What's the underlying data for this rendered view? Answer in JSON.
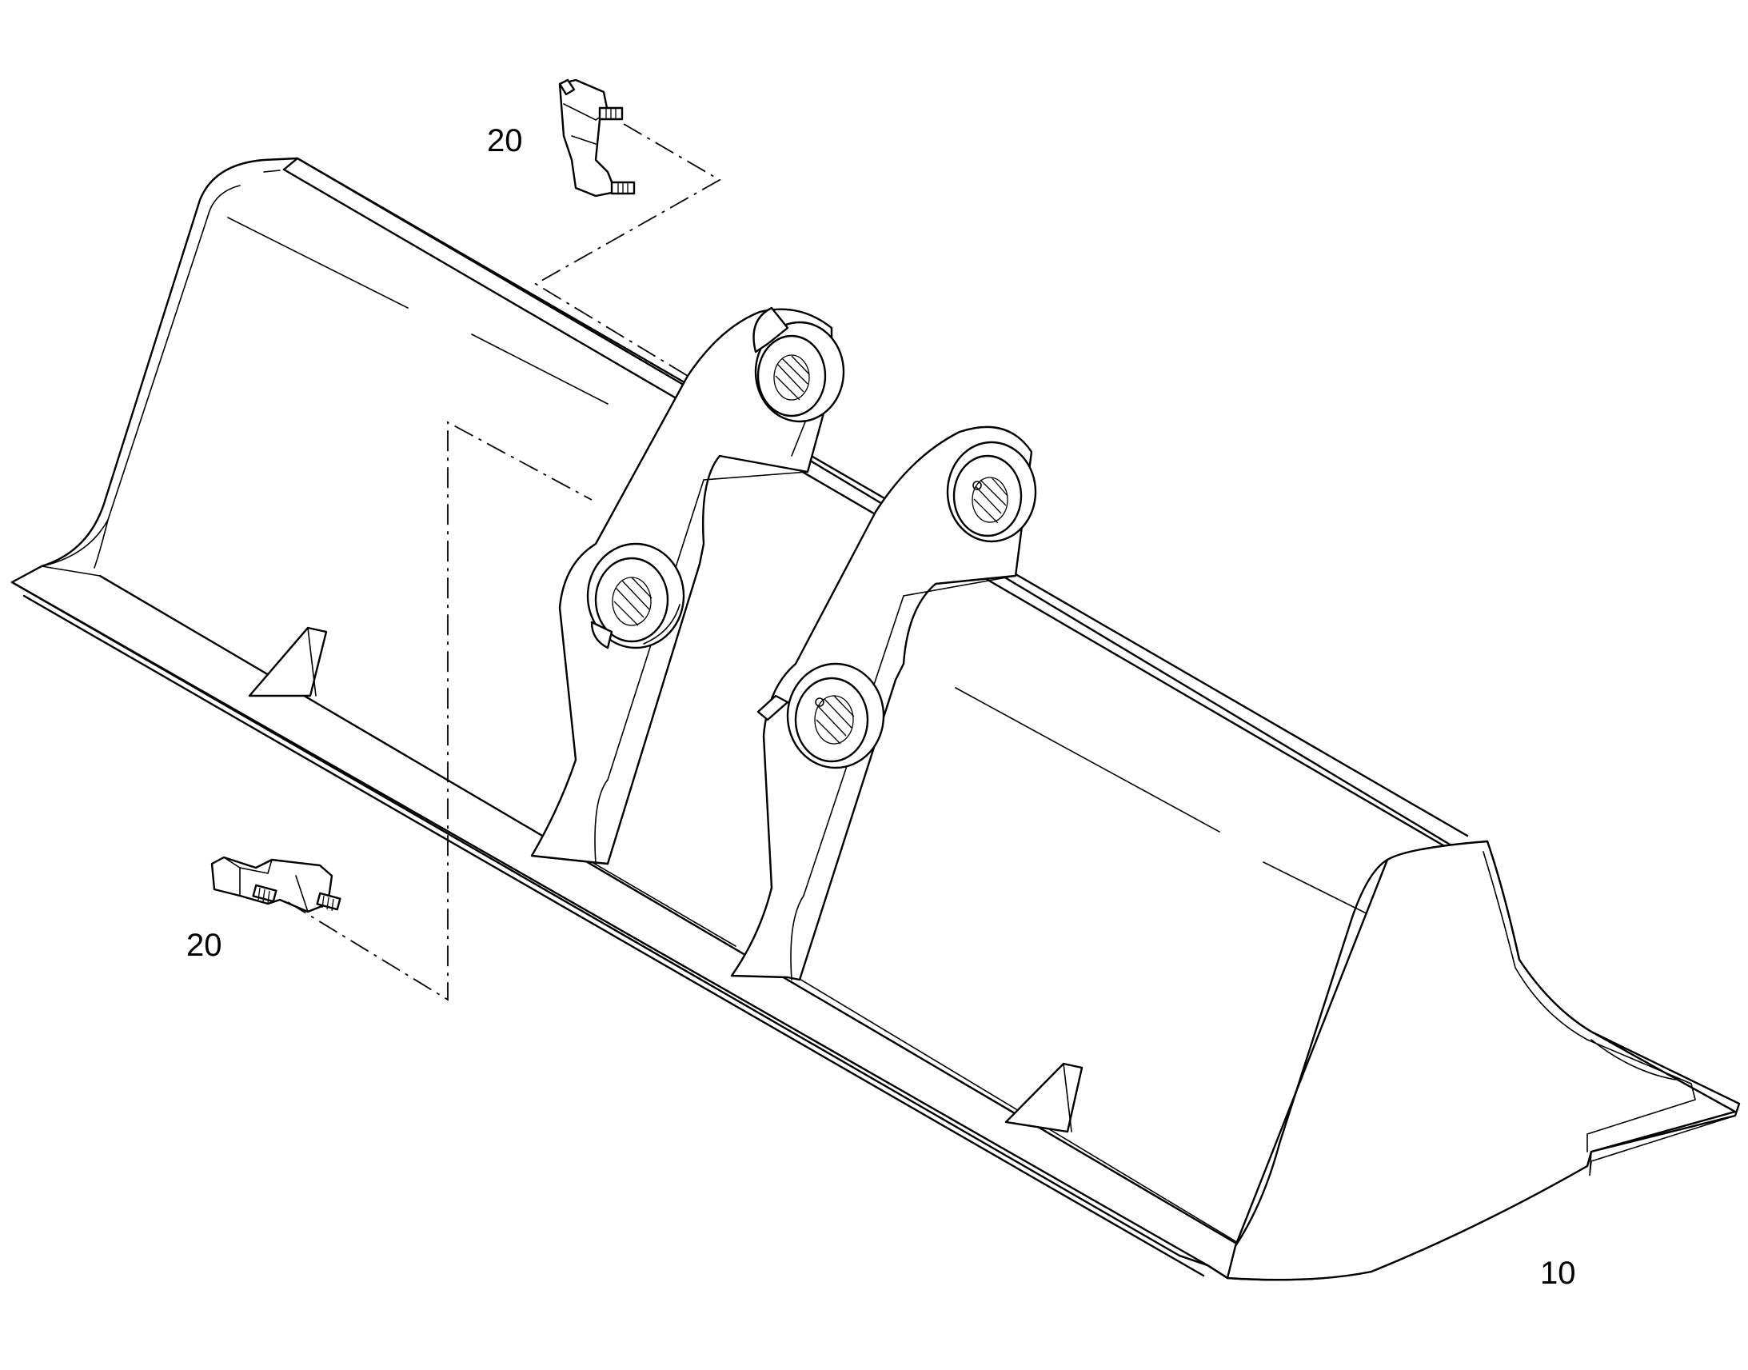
{
  "callouts": {
    "upper_part": "20",
    "lower_part": "20",
    "bucket": "10"
  }
}
